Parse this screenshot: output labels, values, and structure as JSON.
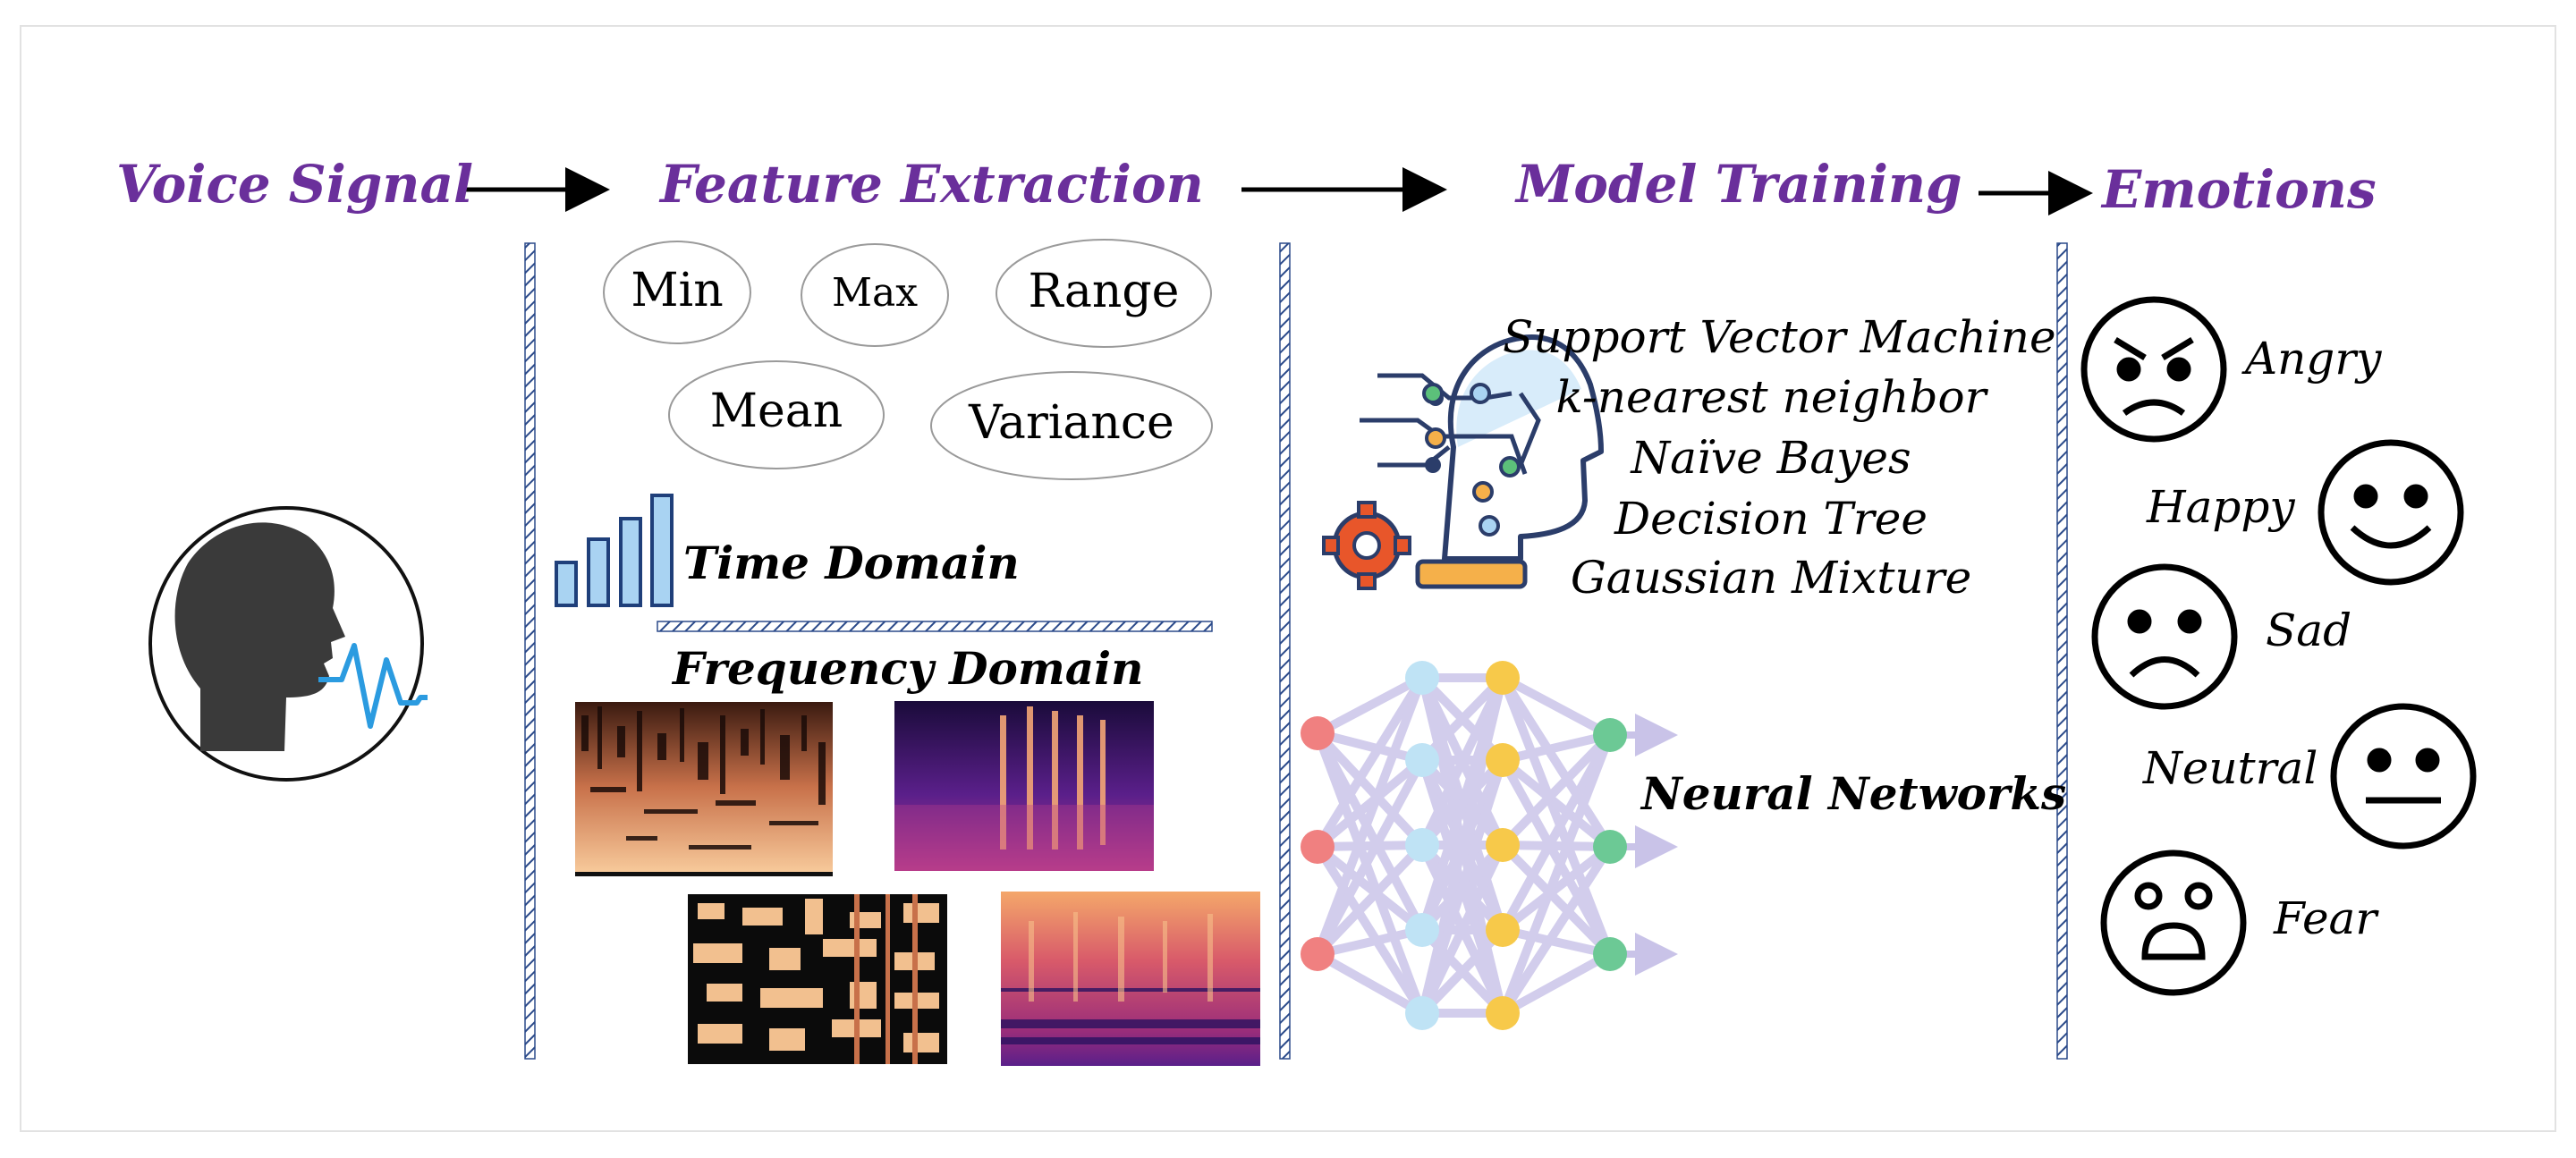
{
  "stages": {
    "voice_signal": "Voice Signal",
    "feature_extraction": "Feature Extraction",
    "model_training": "Model Training",
    "emotions": "Emotions"
  },
  "features": [
    "Min",
    "Max",
    "Range",
    "Mean",
    "Variance"
  ],
  "domains": {
    "time": "Time Domain",
    "frequency": "Frequency Domain"
  },
  "algorithms": [
    "Support Vector Machine",
    "k-nearest neighbor",
    "Naïve Bayes",
    "Decision Tree",
    "Gaussian Mixture"
  ],
  "neural_networks": "Neural Networks",
  "emotions": [
    "Angry",
    "Happy",
    "Sad",
    "Neutral",
    "Fear"
  ],
  "colors": {
    "header_purple": "#6a2f9b",
    "divider_blue": "#2b4a8a",
    "bar_fill": "#a9d3f2",
    "waveform": "#2b9be0",
    "nn_input": "#f08080",
    "nn_hidden1": "#bfe3f5",
    "nn_hidden2": "#f7c94a",
    "nn_output": "#6cc995"
  },
  "icons": [
    "speaking-head-icon",
    "ai-head-icon",
    "gear-icon",
    "bar-chart-icon",
    "angry-face-icon",
    "happy-face-icon",
    "sad-face-icon",
    "neutral-face-icon",
    "fear-face-icon"
  ]
}
